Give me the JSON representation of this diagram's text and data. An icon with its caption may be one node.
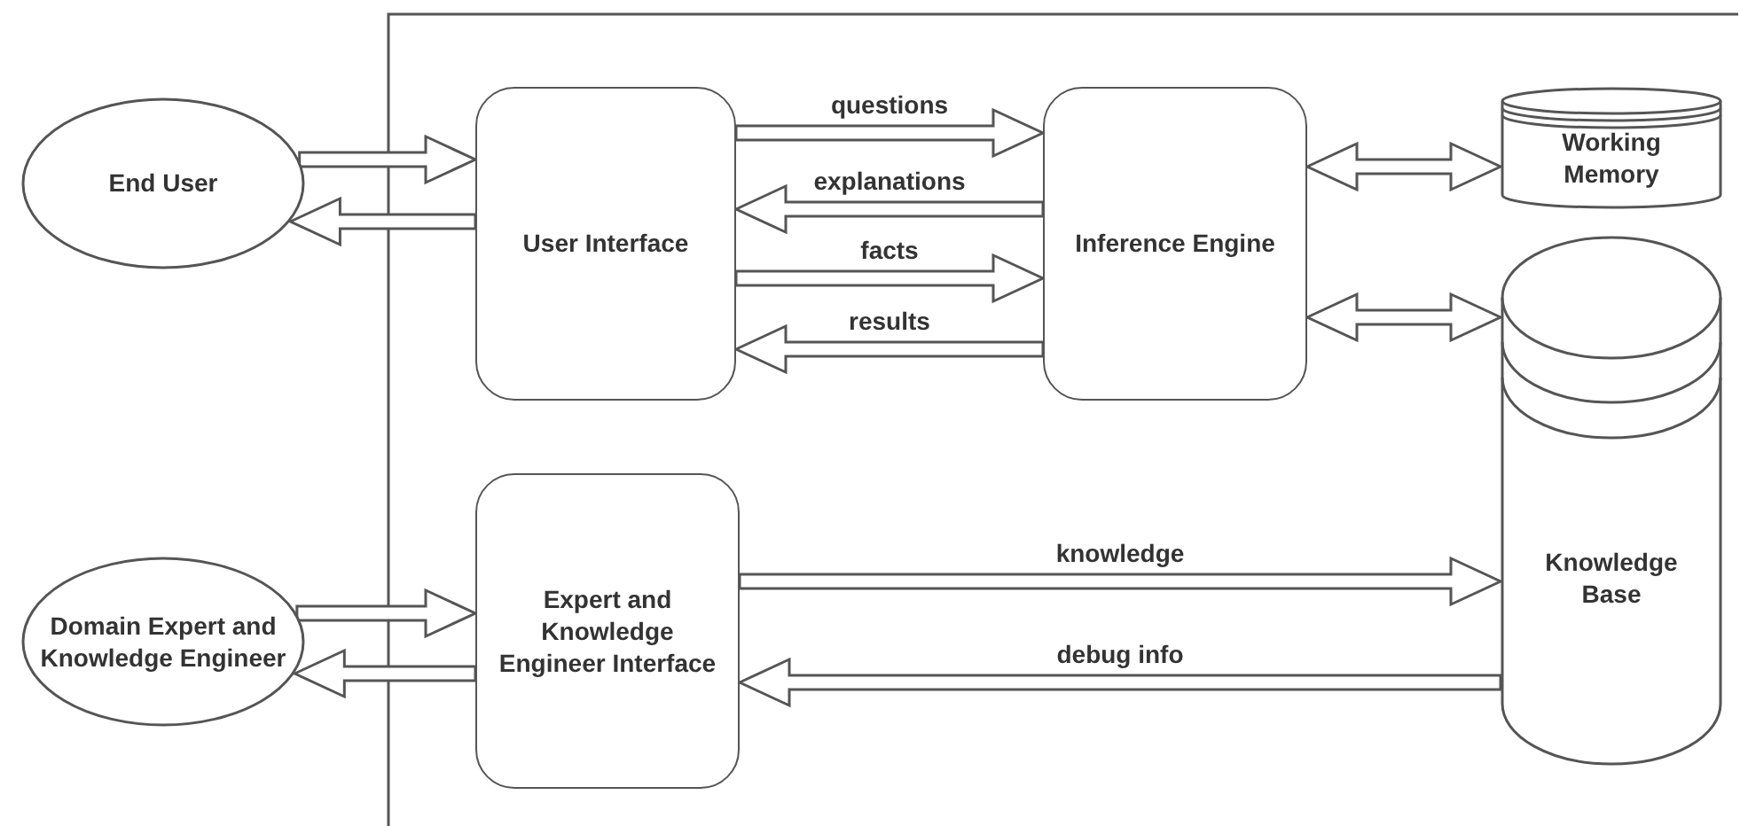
{
  "diagram": {
    "nodes": [
      {
        "text": [
          "End User"
        ]
      },
      {
        "text": [
          "User Interface"
        ]
      },
      {
        "text": [
          "Inference Engine"
        ]
      },
      {
        "text": [
          "Working Memory"
        ]
      },
      {
        "text": [
          "Knowledge Base"
        ]
      },
      {
        "text": [
          "Domain Expert and Knowledge Engineer"
        ]
      },
      {
        "text": [
          "Expert and Knowledge Engineer Interface"
        ]
      }
    ],
    "edges": [
      {
        "from": 0,
        "to": 1,
        "arrow": "to"
      },
      {
        "from": 1,
        "to": 0,
        "arrow": "to"
      },
      {
        "from": 1,
        "to": 2,
        "arrow": "to",
        "label": "questions"
      },
      {
        "from": 2,
        "to": 1,
        "arrow": "to",
        "label": "explanations"
      },
      {
        "from": 1,
        "to": 2,
        "arrow": "to",
        "label": "facts"
      },
      {
        "from": 2,
        "to": 1,
        "arrow": "to",
        "label": "results"
      },
      {
        "from": 2,
        "to": 3,
        "arrow": "both"
      },
      {
        "from": 2,
        "to": 4,
        "arrow": "both"
      },
      {
        "from": 5,
        "to": 6,
        "arrow": "to"
      },
      {
        "from": 6,
        "to": 5,
        "arrow": "to"
      },
      {
        "from": 6,
        "to": 4,
        "arrow": "to",
        "label": "knowledge"
      },
      {
        "from": 4,
        "to": 6,
        "arrow": "to",
        "label": "debug info"
      }
    ]
  }
}
